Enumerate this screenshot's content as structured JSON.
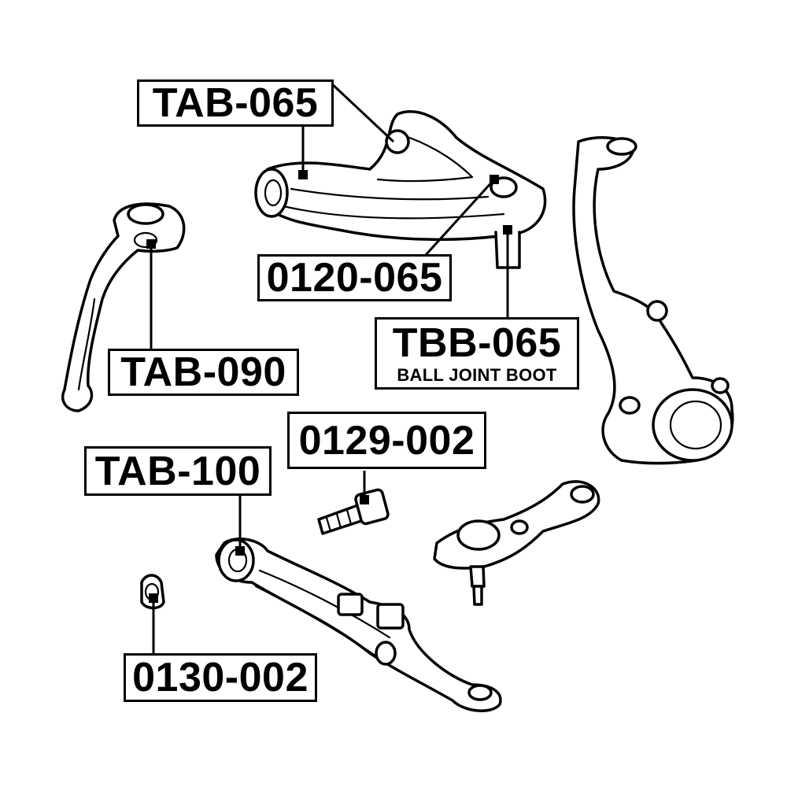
{
  "labels": {
    "tab_065": "TAB-065",
    "part_0120_065": "0120-065",
    "tbb_065": "TBB-065",
    "tbb_065_desc": "BALL JOINT BOOT",
    "tab_090": "TAB-090",
    "part_0129_002": "0129-002",
    "tab_100": "TAB-100",
    "part_0130_002": "0130-002"
  },
  "colors": {
    "ink": "#000000",
    "paper": "#ffffff"
  }
}
